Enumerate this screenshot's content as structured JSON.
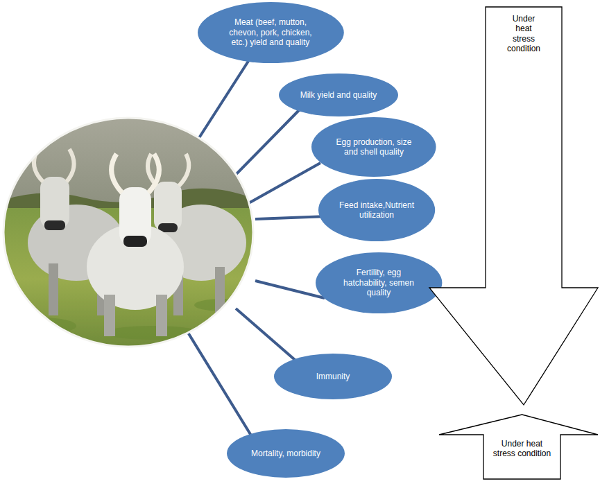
{
  "diagram": {
    "nodes": [
      {
        "text": [
          "Meat (beef, mutton, chevon, pork, chicken, etc.) yield and quality"
        ]
      },
      {
        "text": [
          "Milk yield and quality"
        ]
      },
      {
        "text": [
          "Egg production, size and shell quality"
        ]
      },
      {
        "text": [
          "Feed intake,Nutrient utilization"
        ]
      },
      {
        "text": [
          "Fertility, egg hatchability, semen quality"
        ]
      },
      {
        "text": [
          "Immunity"
        ]
      },
      {
        "text": [
          "Mortality, morbidity"
        ]
      },
      {
        "text": [
          "Under heat stress condition"
        ]
      },
      {
        "text": [
          "Under heat stress condition"
        ]
      }
    ]
  }
}
